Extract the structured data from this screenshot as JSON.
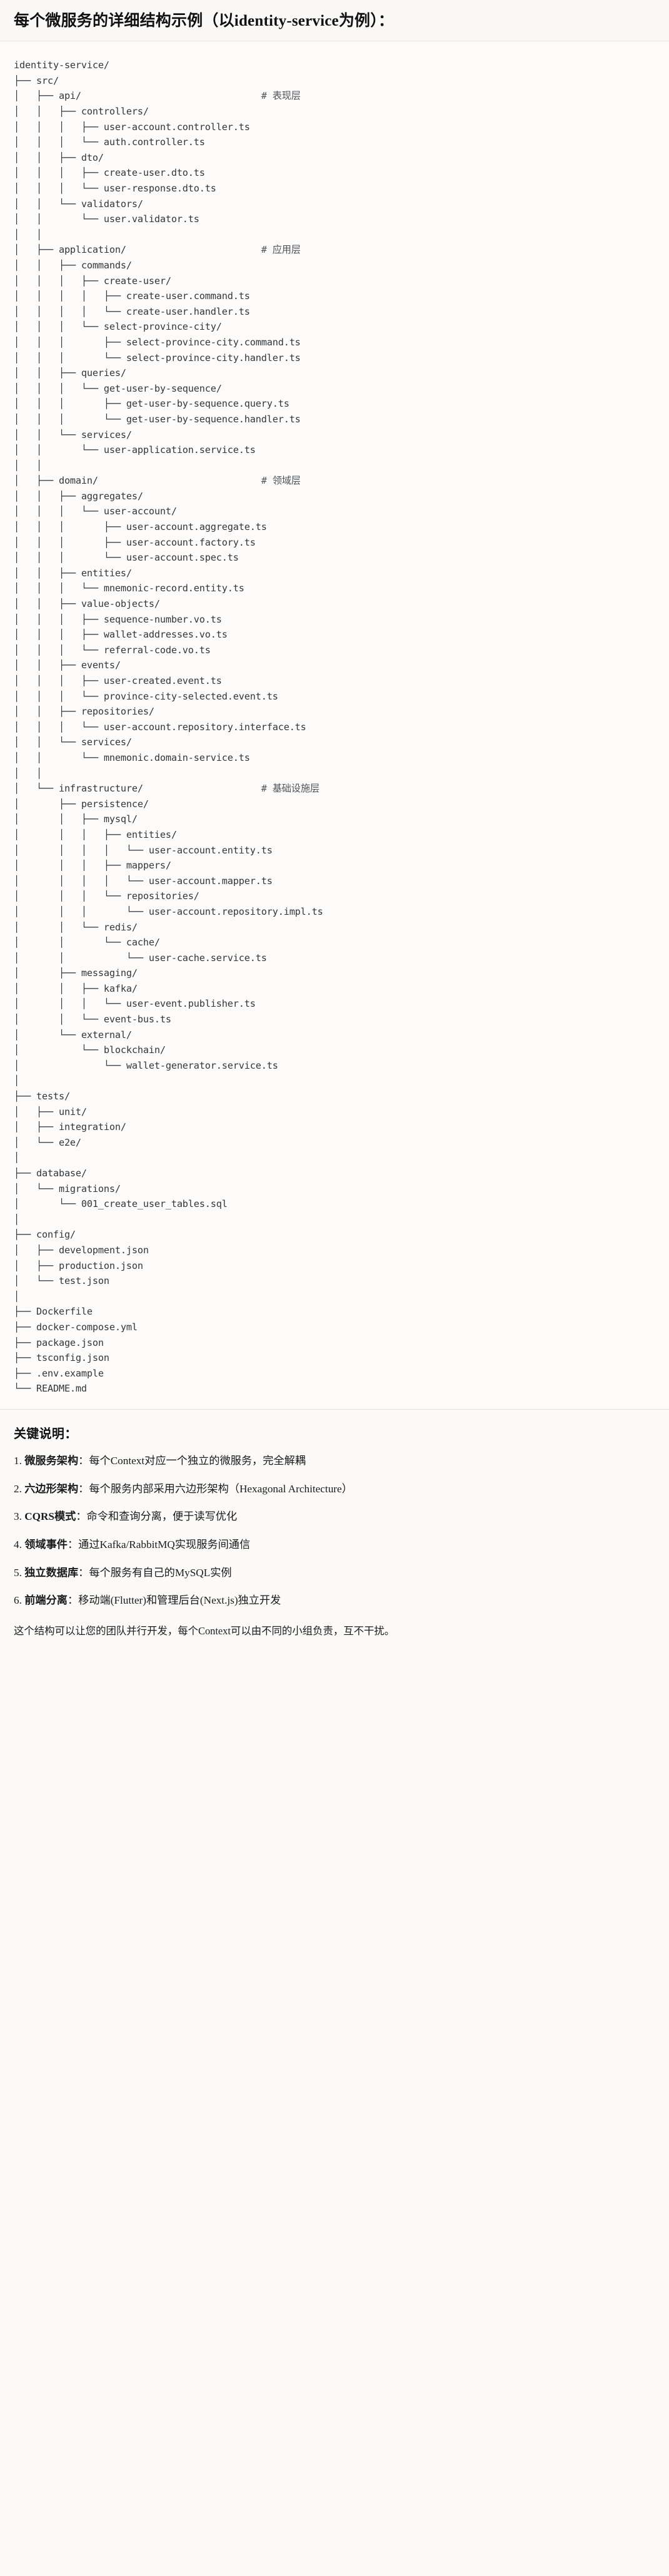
{
  "header": {
    "title": "每个微服务的详细结构示例（以identity-service为例）："
  },
  "tree": {
    "lines": [
      {
        "text": "identity-service/",
        "comment": ""
      },
      {
        "text": "├── src/",
        "comment": ""
      },
      {
        "text": "│   ├── api/",
        "comment": "# 表现层"
      },
      {
        "text": "│   │   ├── controllers/",
        "comment": ""
      },
      {
        "text": "│   │   │   ├── user-account.controller.ts",
        "comment": ""
      },
      {
        "text": "│   │   │   └── auth.controller.ts",
        "comment": ""
      },
      {
        "text": "│   │   ├── dto/",
        "comment": ""
      },
      {
        "text": "│   │   │   ├── create-user.dto.ts",
        "comment": ""
      },
      {
        "text": "│   │   │   └── user-response.dto.ts",
        "comment": ""
      },
      {
        "text": "│   │   └── validators/",
        "comment": ""
      },
      {
        "text": "│   │       └── user.validator.ts",
        "comment": ""
      },
      {
        "text": "│   │",
        "comment": ""
      },
      {
        "text": "│   ├── application/",
        "comment": "# 应用层"
      },
      {
        "text": "│   │   ├── commands/",
        "comment": ""
      },
      {
        "text": "│   │   │   ├── create-user/",
        "comment": ""
      },
      {
        "text": "│   │   │   │   ├── create-user.command.ts",
        "comment": ""
      },
      {
        "text": "│   │   │   │   └── create-user.handler.ts",
        "comment": ""
      },
      {
        "text": "│   │   │   └── select-province-city/",
        "comment": ""
      },
      {
        "text": "│   │   │       ├── select-province-city.command.ts",
        "comment": ""
      },
      {
        "text": "│   │   │       └── select-province-city.handler.ts",
        "comment": ""
      },
      {
        "text": "│   │   ├── queries/",
        "comment": ""
      },
      {
        "text": "│   │   │   └── get-user-by-sequence/",
        "comment": ""
      },
      {
        "text": "│   │   │       ├── get-user-by-sequence.query.ts",
        "comment": ""
      },
      {
        "text": "│   │   │       └── get-user-by-sequence.handler.ts",
        "comment": ""
      },
      {
        "text": "│   │   └── services/",
        "comment": ""
      },
      {
        "text": "│   │       └── user-application.service.ts",
        "comment": ""
      },
      {
        "text": "│   │",
        "comment": ""
      },
      {
        "text": "│   ├── domain/",
        "comment": "# 领域层"
      },
      {
        "text": "│   │   ├── aggregates/",
        "comment": ""
      },
      {
        "text": "│   │   │   └── user-account/",
        "comment": ""
      },
      {
        "text": "│   │   │       ├── user-account.aggregate.ts",
        "comment": ""
      },
      {
        "text": "│   │   │       ├── user-account.factory.ts",
        "comment": ""
      },
      {
        "text": "│   │   │       └── user-account.spec.ts",
        "comment": ""
      },
      {
        "text": "│   │   ├── entities/",
        "comment": ""
      },
      {
        "text": "│   │   │   └── mnemonic-record.entity.ts",
        "comment": ""
      },
      {
        "text": "│   │   ├── value-objects/",
        "comment": ""
      },
      {
        "text": "│   │   │   ├── sequence-number.vo.ts",
        "comment": ""
      },
      {
        "text": "│   │   │   ├── wallet-addresses.vo.ts",
        "comment": ""
      },
      {
        "text": "│   │   │   └── referral-code.vo.ts",
        "comment": ""
      },
      {
        "text": "│   │   ├── events/",
        "comment": ""
      },
      {
        "text": "│   │   │   ├── user-created.event.ts",
        "comment": ""
      },
      {
        "text": "│   │   │   └── province-city-selected.event.ts",
        "comment": ""
      },
      {
        "text": "│   │   ├── repositories/",
        "comment": ""
      },
      {
        "text": "│   │   │   └── user-account.repository.interface.ts",
        "comment": ""
      },
      {
        "text": "│   │   └── services/",
        "comment": ""
      },
      {
        "text": "│   │       └── mnemonic.domain-service.ts",
        "comment": ""
      },
      {
        "text": "│   │",
        "comment": ""
      },
      {
        "text": "│   └── infrastructure/",
        "comment": "# 基础设施层"
      },
      {
        "text": "│       ├── persistence/",
        "comment": ""
      },
      {
        "text": "│       │   ├── mysql/",
        "comment": ""
      },
      {
        "text": "│       │   │   ├── entities/",
        "comment": ""
      },
      {
        "text": "│       │   │   │   └── user-account.entity.ts",
        "comment": ""
      },
      {
        "text": "│       │   │   ├── mappers/",
        "comment": ""
      },
      {
        "text": "│       │   │   │   └── user-account.mapper.ts",
        "comment": ""
      },
      {
        "text": "│       │   │   └── repositories/",
        "comment": ""
      },
      {
        "text": "│       │   │       └── user-account.repository.impl.ts",
        "comment": ""
      },
      {
        "text": "│       │   └── redis/",
        "comment": ""
      },
      {
        "text": "│       │       └── cache/",
        "comment": ""
      },
      {
        "text": "│       │           └── user-cache.service.ts",
        "comment": ""
      },
      {
        "text": "│       ├── messaging/",
        "comment": ""
      },
      {
        "text": "│       │   ├── kafka/",
        "comment": ""
      },
      {
        "text": "│       │   │   └── user-event.publisher.ts",
        "comment": ""
      },
      {
        "text": "│       │   └── event-bus.ts",
        "comment": ""
      },
      {
        "text": "│       └── external/",
        "comment": ""
      },
      {
        "text": "│           └── blockchain/",
        "comment": ""
      },
      {
        "text": "│               └── wallet-generator.service.ts",
        "comment": ""
      },
      {
        "text": "│",
        "comment": ""
      },
      {
        "text": "├── tests/",
        "comment": ""
      },
      {
        "text": "│   ├── unit/",
        "comment": ""
      },
      {
        "text": "│   ├── integration/",
        "comment": ""
      },
      {
        "text": "│   └── e2e/",
        "comment": ""
      },
      {
        "text": "│",
        "comment": ""
      },
      {
        "text": "├── database/",
        "comment": ""
      },
      {
        "text": "│   └── migrations/",
        "comment": ""
      },
      {
        "text": "│       └── 001_create_user_tables.sql",
        "comment": ""
      },
      {
        "text": "│",
        "comment": ""
      },
      {
        "text": "├── config/",
        "comment": ""
      },
      {
        "text": "│   ├── development.json",
        "comment": ""
      },
      {
        "text": "│   ├── production.json",
        "comment": ""
      },
      {
        "text": "│   └── test.json",
        "comment": ""
      },
      {
        "text": "│",
        "comment": ""
      },
      {
        "text": "├── Dockerfile",
        "comment": ""
      },
      {
        "text": "├── docker-compose.yml",
        "comment": ""
      },
      {
        "text": "├── package.json",
        "comment": ""
      },
      {
        "text": "├── tsconfig.json",
        "comment": ""
      },
      {
        "text": "├── .env.example",
        "comment": ""
      },
      {
        "text": "└── README.md",
        "comment": ""
      }
    ],
    "comment_column": 44
  },
  "notes": {
    "title": "关键说明：",
    "items": [
      {
        "num": "1.",
        "term": "微服务架构",
        "sep": "：",
        "desc": "每个Context对应一个独立的微服务，完全解耦"
      },
      {
        "num": "2.",
        "term": "六边形架构",
        "sep": "：",
        "desc": "每个服务内部采用六边形架构（Hexagonal Architecture）"
      },
      {
        "num": "3.",
        "term": "CQRS模式",
        "sep": "：",
        "desc": "命令和查询分离，便于读写优化"
      },
      {
        "num": "4.",
        "term": "领域事件",
        "sep": "：",
        "desc": "通过Kafka/RabbitMQ实现服务间通信"
      },
      {
        "num": "5.",
        "term": "独立数据库",
        "sep": "：",
        "desc": "每个服务有自己的MySQL实例"
      },
      {
        "num": "6.",
        "term": "前端分离",
        "sep": "：",
        "desc": "移动端(Flutter)和管理后台(Next.js)独立开发"
      }
    ],
    "closing": "这个结构可以让您的团队并行开发，每个Context可以由不同的小组负责，互不干扰。"
  }
}
